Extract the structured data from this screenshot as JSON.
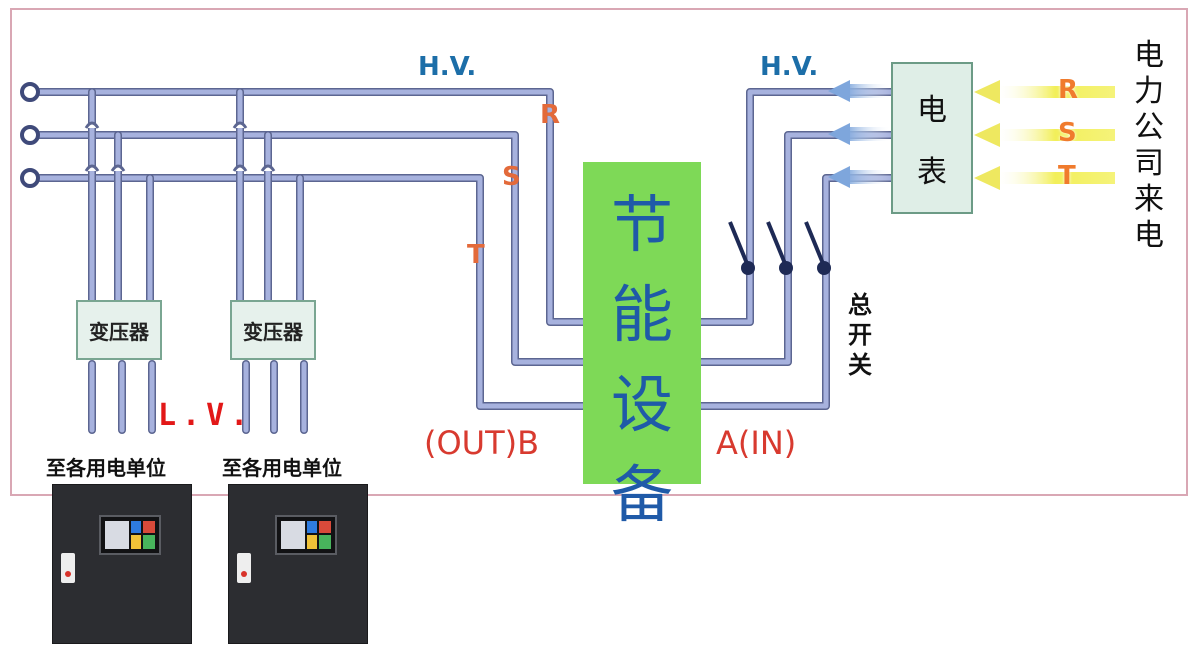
{
  "labels": {
    "hv_left": "H.V.",
    "hv_right": "H.V.",
    "phase_r": "R",
    "phase_s": "S",
    "phase_t": "T",
    "in_r": "R",
    "in_s": "S",
    "in_t": "T",
    "lv": "L.V.",
    "out_b": "(OUT)B",
    "in_a": "A(IN)",
    "transformer": "变压器",
    "meter_chars": [
      "电",
      "表"
    ],
    "device_chars": [
      "节",
      "能",
      "设",
      "备"
    ],
    "utility_chars": [
      "电",
      "力",
      "公",
      "司",
      "来",
      "电"
    ],
    "main_switch_chars": [
      "总",
      "开",
      "关"
    ],
    "destination": "至各用电单位"
  },
  "colors": {
    "wire": "#9ba7d6",
    "wire_edge": "#5c6691",
    "device_fill": "#7ed957",
    "device_text": "#1f5aa8",
    "accent_red": "#d83a2f",
    "hv_blue": "#1c6ea8"
  },
  "icons": {
    "ground": "ground-symbol-icon",
    "switch": "switch-contact-icon",
    "arrow": "flow-arrow-icon"
  }
}
